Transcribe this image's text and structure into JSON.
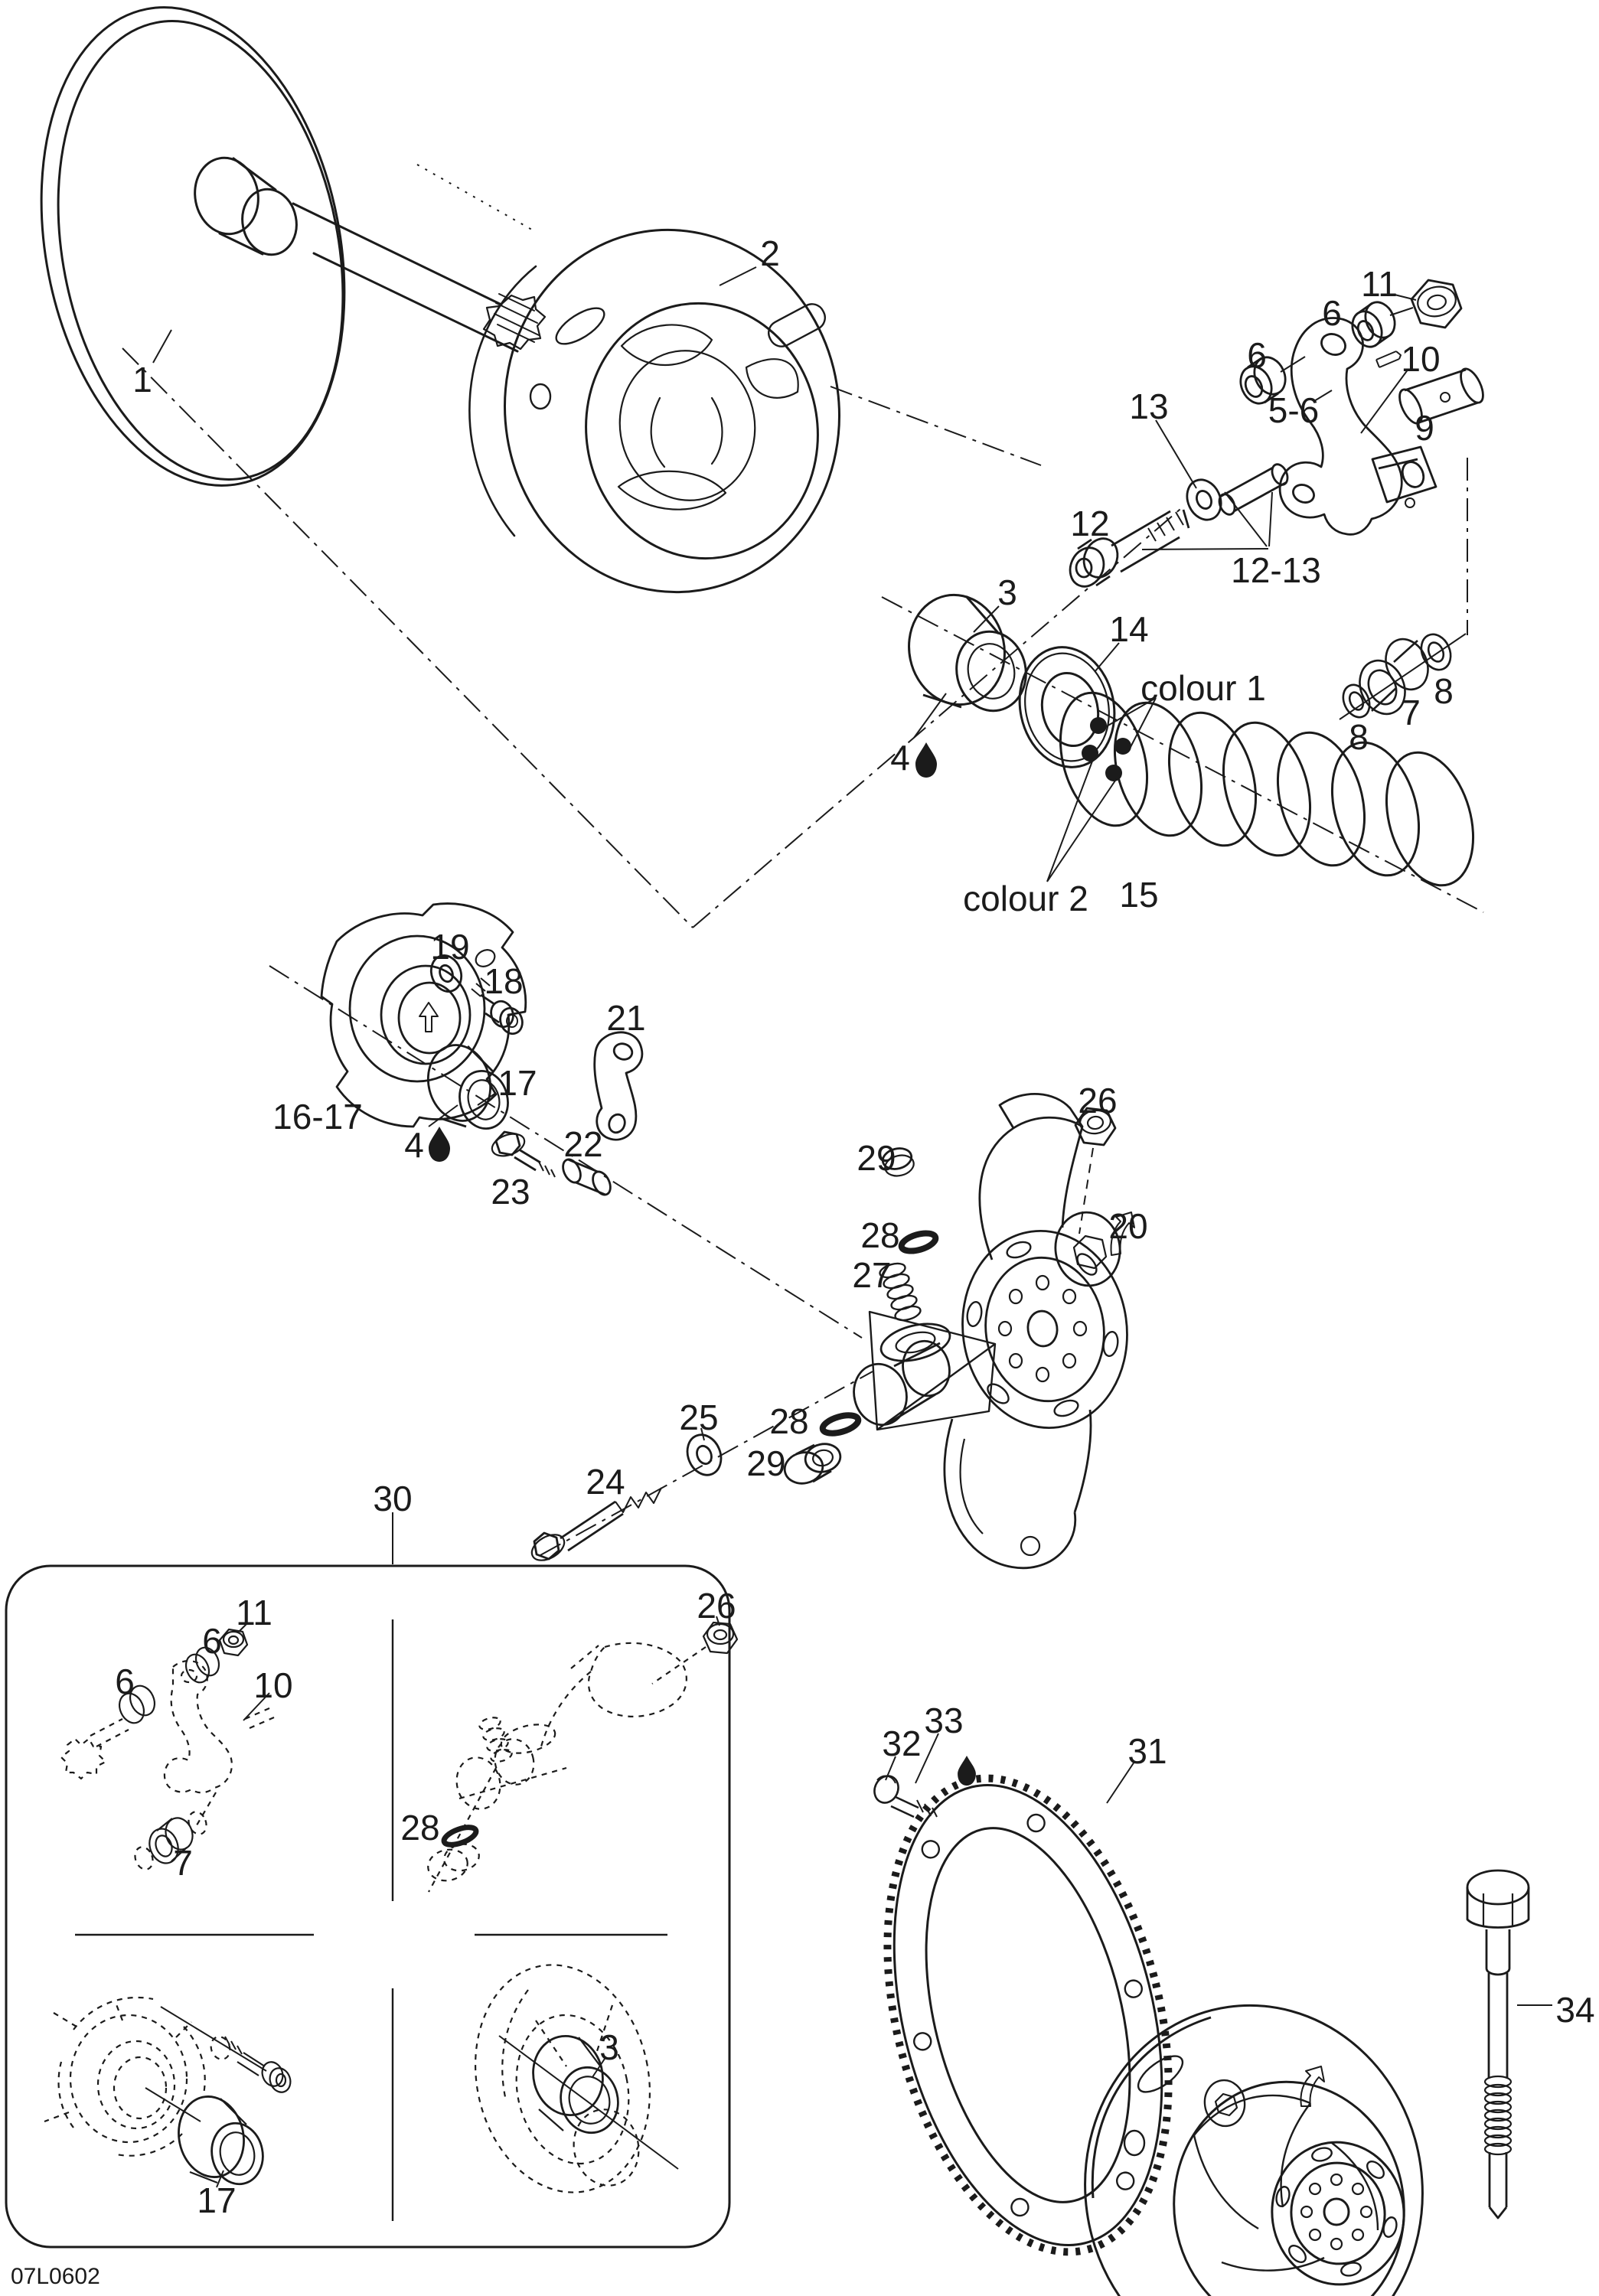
{
  "figure": {
    "drawing_code": "07L0602",
    "colors": {
      "ink": "#1b1b1b",
      "paper": "#ffffff"
    },
    "icons": {
      "oil_droplet": "filled black teardrop",
      "colour_band_dot": "filled black circle"
    },
    "callouts": {
      "n1": "1",
      "n2": "2",
      "n3": "3",
      "n4": "4",
      "n5_6": "5-6",
      "n6": "6",
      "n7": "7",
      "n8": "8",
      "n9": "9",
      "n10": "10",
      "n11": "11",
      "n12": "12",
      "n13": "13",
      "n12_13": "12-13",
      "n14": "14",
      "n15": "15",
      "n16_17": "16-17",
      "n17": "17",
      "n18": "18",
      "n19": "19",
      "n20": "20",
      "n21": "21",
      "n22": "22",
      "n23": "23",
      "n24": "24",
      "n25": "25",
      "n26": "26",
      "n27": "27",
      "n28": "28",
      "n29": "29",
      "n30": "30",
      "n31": "31",
      "n32": "32",
      "n33": "33",
      "n34": "34",
      "colour1": "colour 1",
      "colour2": "colour 2"
    }
  }
}
